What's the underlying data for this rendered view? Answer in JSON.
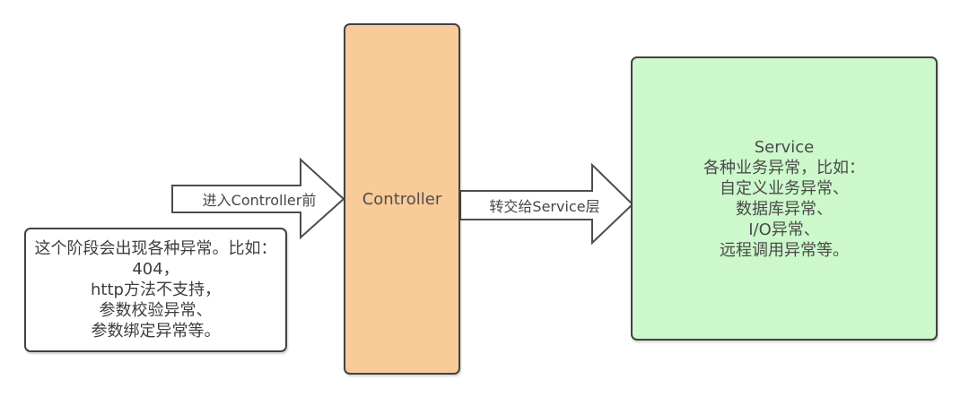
{
  "diagram": {
    "controller": {
      "label": "Controller"
    },
    "service": {
      "lines": [
        "Service",
        "各种业务异常，比如：",
        "自定义业务异常、",
        "数据库异常、",
        "I/O异常、",
        "远程调用异常等。"
      ]
    },
    "note": {
      "lines": [
        "这个阶段会出现各种异常。比如：",
        "404，",
        "http方法不支持，",
        "参数校验异常、",
        "参数绑定异常等。"
      ]
    },
    "arrows": {
      "to_controller": {
        "label": "进入Controller前"
      },
      "to_service": {
        "label": "转交给Service层"
      }
    },
    "colors": {
      "controller_fill": "#f9cb98",
      "service_fill": "#ccf8cb",
      "note_fill": "#ffffff",
      "box_border": "#424242",
      "arrow_stroke": "#4d4d4d",
      "arrow_fill": "#ffffff",
      "text": "#4a4a4a",
      "background": "#ffffff"
    }
  }
}
